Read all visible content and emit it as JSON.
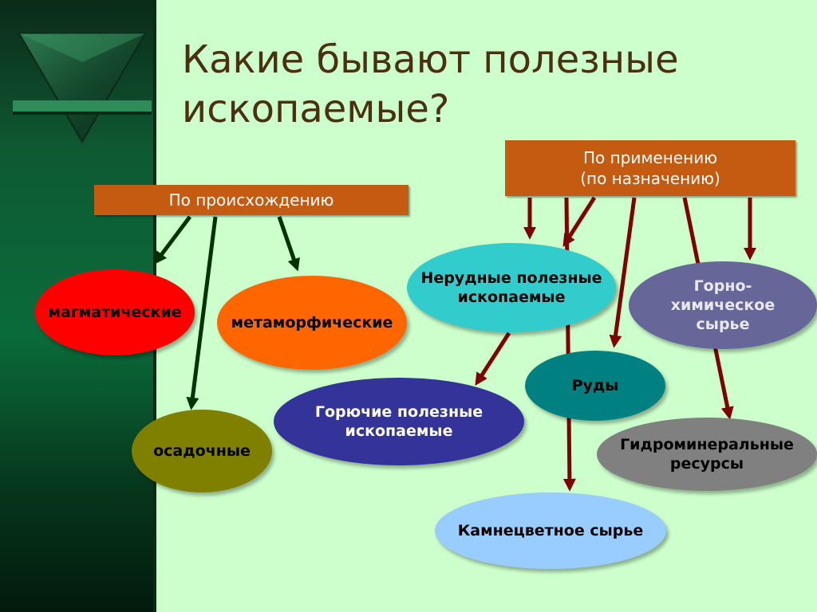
{
  "title": "Какие бывают полезные ископаемые?",
  "boxes": {
    "origin": "По происхождению",
    "purpose": "По применению\n(по назначению)"
  },
  "ellipses": {
    "magmatic": "магматические",
    "metamorphic": "метаморфические",
    "sedimentary": "осадочные",
    "nonmetallic": "Нерудные полезные ископаемые",
    "mining_chemical": "Горно-химическое сырье",
    "ores": "Руды",
    "fuel": "Горючие полезные ископаемые",
    "hydromineral": "Гидроминеральные ресурсы",
    "gemstone": "Камнецветное сырье"
  },
  "colors": {
    "background": "#ccffcc",
    "box": "#c55a11",
    "magmatic": "#ff0000",
    "metamorphic": "#ff6600",
    "sedimentary": "#808000",
    "nonmetallic": "#33cccc",
    "mining_chemical": "#666699",
    "ores": "#008080",
    "fuel": "#333399",
    "hydromineral": "#808080",
    "gemstone": "#99ccff",
    "arrow_green": "#003300",
    "arrow_red": "#800000"
  }
}
